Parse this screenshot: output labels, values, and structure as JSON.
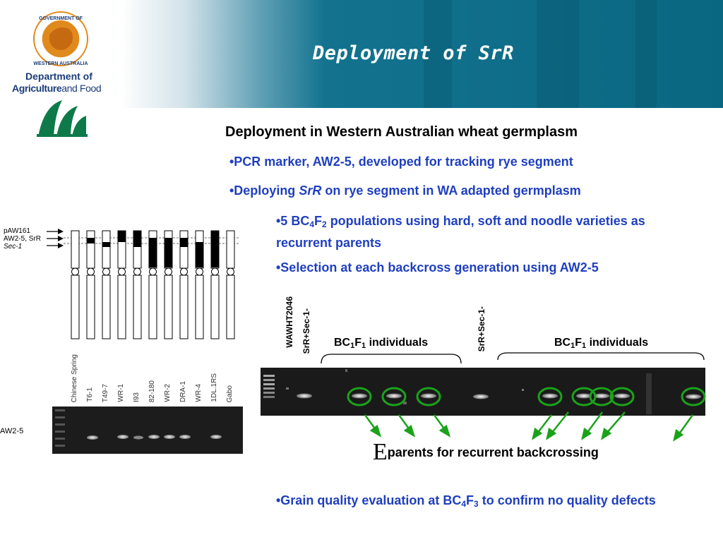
{
  "logo": {
    "seal_text": "GOVERNMENT OF WESTERN AUSTRALIA",
    "dept_line1": "Department of",
    "dept_line2_a": "Agriculture",
    "dept_line2_b": "and Food"
  },
  "slide": {
    "title": "Deployment of SrR",
    "heading": "Deployment in Western Australian wheat germplasm",
    "bullet1": "•PCR marker, AW2-5, developed for tracking rye segment",
    "bullet2_pre": "•Deploying ",
    "bullet2_em": "SrR",
    "bullet2_post": " on rye segment in WA adapted germplasm",
    "bullet3_a": "•5 BC",
    "bullet3_sub1": "4",
    "bullet3_b": "F",
    "bullet3_sub2": "2",
    "bullet3_c": " populations using hard, soft and noodle varieties as recurrent parents",
    "bullet4": "•Selection at each backcross generation using AW2-5",
    "bullet5_a": "•Grain quality evaluation at BC",
    "bullet5_sub1": "4",
    "bullet5_b": "F",
    "bullet5_sub2": "3",
    "bullet5_c": " to confirm no quality defects"
  },
  "chromosome_figure": {
    "marker_labels": [
      "pAW161",
      "AW2-5, SrR",
      "Sec-1"
    ],
    "lanes": [
      "Chinese Spring",
      "T6-1",
      "T49-7",
      "WR-1",
      "I93",
      "82-180",
      "WR-2",
      "DRA-1",
      "WR-4",
      "1DL.1RS",
      "Gabo"
    ],
    "gel_label": "AW2-5"
  },
  "right_gel": {
    "lane_label_1": "WAWHT2046",
    "lane_label_2": "SrR+Sec-1-",
    "lane_label_3": "SrR+Sec-1-",
    "group1_a": "BC",
    "group1_sub1": "1",
    "group1_b": "F",
    "group1_sub2": "1",
    "group1_c": " individuals",
    "group2_a": "BC",
    "group2_sub1": "1",
    "group2_b": "F",
    "group2_sub2": "1",
    "group2_c": " individuals",
    "parents_big": "E",
    "parents_text": "parents for recurrent backcrossing"
  },
  "colors": {
    "header_teal": "#0a6782",
    "bullet_blue": "#1f3fbf",
    "circle_green": "#1aa31a",
    "logo_green": "#0e7a4a",
    "logo_navy": "#1b3d7a"
  }
}
